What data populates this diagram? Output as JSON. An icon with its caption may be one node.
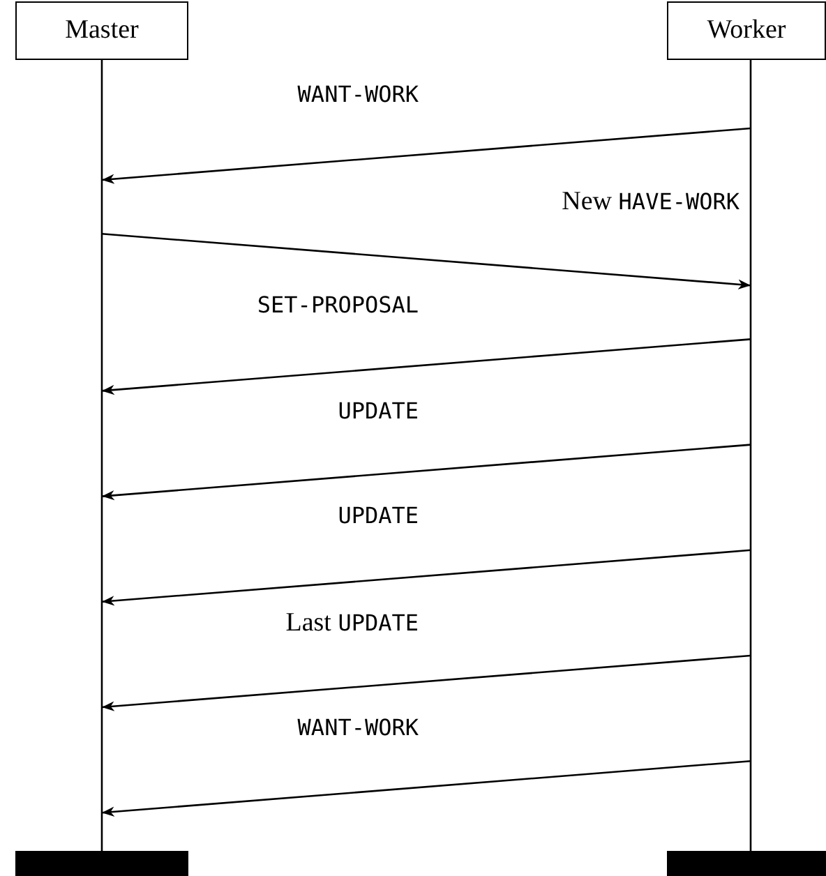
{
  "diagram": {
    "nodes": [
      {
        "text": [
          "Master"
        ]
      },
      {
        "text": [
          "Worker"
        ]
      }
    ],
    "edges": [
      {
        "from": 1,
        "to": 0,
        "arrow": "to",
        "label": "WANT-WORK"
      },
      {
        "from": 0,
        "to": 1,
        "arrow": "to",
        "label": "New HAVE-WORK"
      },
      {
        "from": 1,
        "to": 0,
        "arrow": "to",
        "label": "SET-PROPOSAL"
      },
      {
        "from": 1,
        "to": 0,
        "arrow": "to",
        "label": "UPDATE"
      },
      {
        "from": 1,
        "to": 0,
        "arrow": "to",
        "label": "UPDATE"
      },
      {
        "from": 1,
        "to": 0,
        "arrow": "to",
        "label": "Last UPDATE"
      },
      {
        "from": 1,
        "to": 0,
        "arrow": "to",
        "label": "WANT-WORK"
      }
    ]
  }
}
